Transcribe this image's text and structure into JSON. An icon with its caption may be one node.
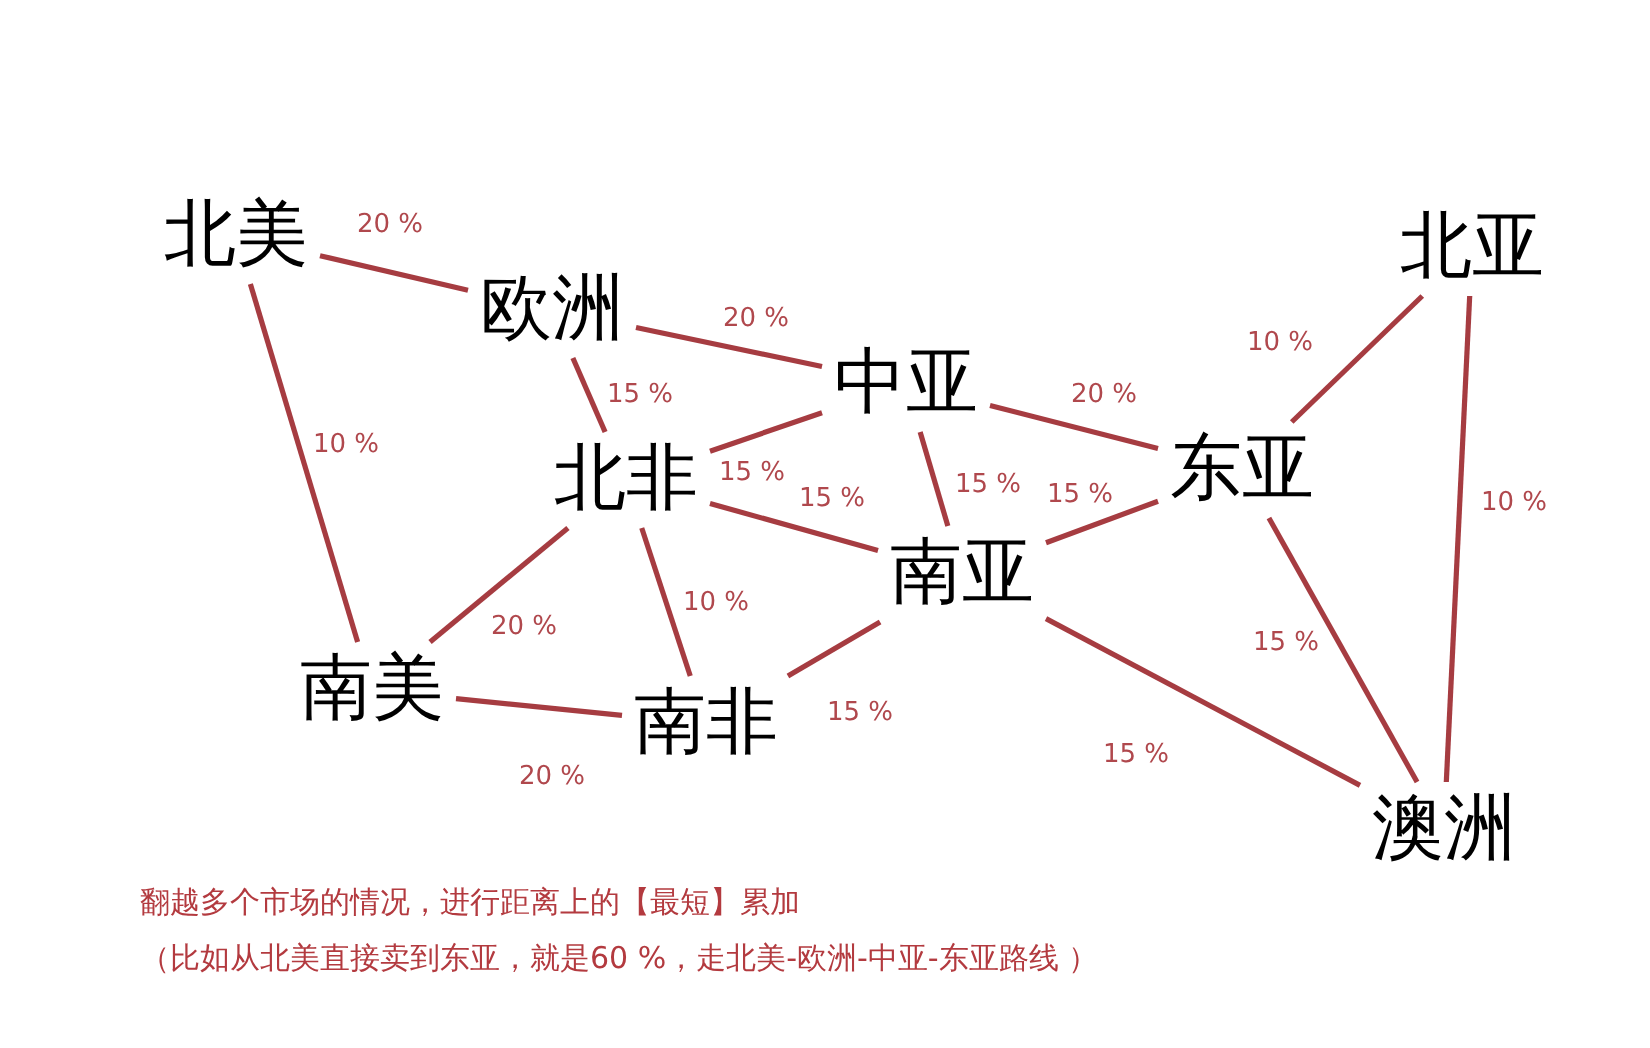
{
  "diagram": {
    "nodes": [
      {
        "text": [
          "北美"
        ]
      },
      {
        "text": [
          "北亚"
        ]
      },
      {
        "text": [
          "欧洲"
        ]
      },
      {
        "text": [
          "中亚"
        ]
      },
      {
        "text": [
          "东亚"
        ]
      },
      {
        "text": [
          "北非"
        ]
      },
      {
        "text": [
          "南亚"
        ]
      },
      {
        "text": [
          "南美"
        ]
      },
      {
        "text": [
          "南非"
        ]
      },
      {
        "text": [
          "澳洲"
        ]
      }
    ],
    "edges": [
      {
        "from": 0,
        "to": 2,
        "arrow": "none",
        "label": "20 %"
      },
      {
        "from": 0,
        "to": 7,
        "arrow": "none",
        "label": "10 %"
      },
      {
        "from": 2,
        "to": 3,
        "arrow": "none",
        "label": "20 %"
      },
      {
        "from": 2,
        "to": 5,
        "arrow": "none",
        "label": "15 %"
      },
      {
        "from": 5,
        "to": 3,
        "arrow": "none",
        "label": "15 %"
      },
      {
        "from": 3,
        "to": 4,
        "arrow": "none",
        "label": "20 %"
      },
      {
        "from": 3,
        "to": 6,
        "arrow": "none",
        "label": "15 %"
      },
      {
        "from": 4,
        "to": 1,
        "arrow": "none",
        "label": "10 %"
      },
      {
        "from": 1,
        "to": 9,
        "arrow": "none",
        "label": "10 %"
      },
      {
        "from": 5,
        "to": 6,
        "arrow": "none",
        "label": "15 %"
      },
      {
        "from": 5,
        "to": 7,
        "arrow": "none",
        "label": "20 %"
      },
      {
        "from": 5,
        "to": 8,
        "arrow": "none",
        "label": "10 %"
      },
      {
        "from": 6,
        "to": 4,
        "arrow": "none",
        "label": "15 %"
      },
      {
        "from": 4,
        "to": 9,
        "arrow": "none",
        "label": "15 %"
      },
      {
        "from": 6,
        "to": 8,
        "arrow": "none",
        "label": "15 %"
      },
      {
        "from": 6,
        "to": 9,
        "arrow": "none",
        "label": "15 %"
      },
      {
        "from": 7,
        "to": 8,
        "arrow": "none",
        "label": "20 %"
      }
    ],
    "labels": [
      "翻越多个市场的情况，进行距离上的【最短】累加",
      "（比如从北美直接卖到东亚，就是60 %，走北美-欧洲-中亚-东亚路线 ）"
    ]
  }
}
